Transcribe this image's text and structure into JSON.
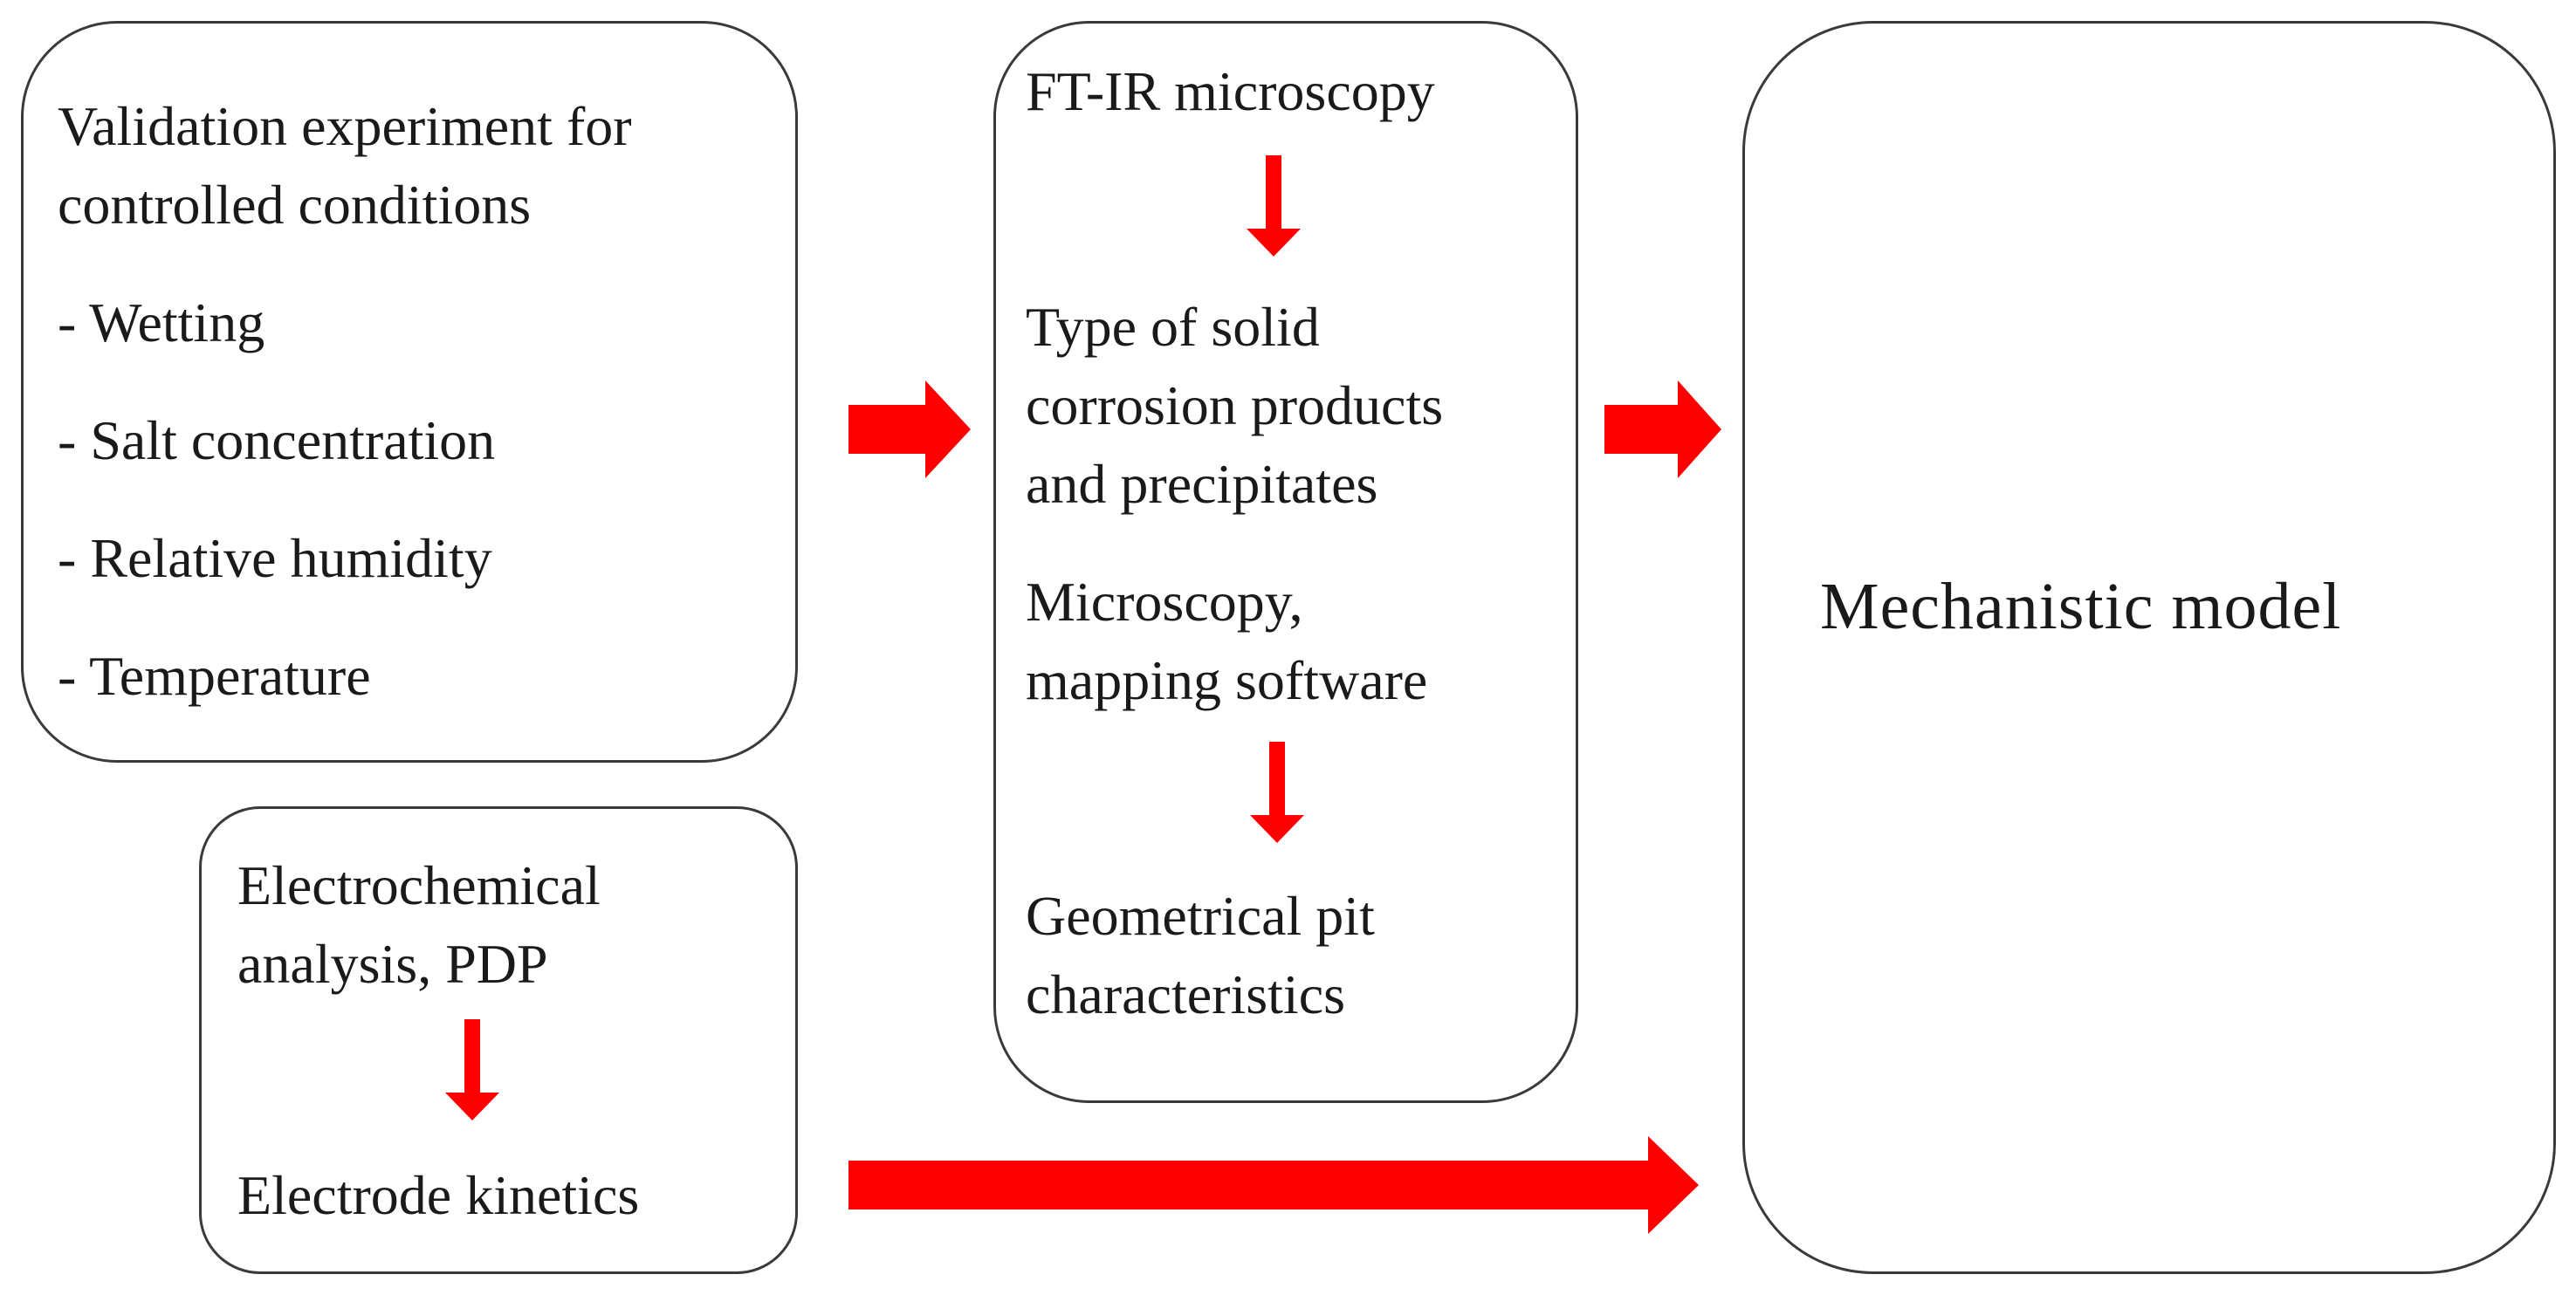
{
  "validation_box": {
    "title_line1": "Validation experiment for",
    "title_line2": "controlled conditions",
    "items": [
      "- Wetting",
      "- Salt concentration",
      "- Relative humidity",
      "- Temperature"
    ]
  },
  "electrochem_box": {
    "line1": "Electrochemical",
    "line2": "analysis, PDP",
    "result": "Electrode kinetics"
  },
  "analysis_box": {
    "step1": "FT-IR microscopy",
    "step2_line1": "Type of solid",
    "step2_line2": "corrosion products",
    "step2_line3": "and precipitates",
    "step3_line1": "Microscopy,",
    "step3_line2": "mapping software",
    "step4_line1": "Geometrical pit",
    "step4_line2": "characteristics"
  },
  "model_box": {
    "label": "Mechanistic model"
  },
  "colors": {
    "arrow": "#ff0000",
    "border": "#3a3a3a",
    "text": "#1a1a1a"
  }
}
